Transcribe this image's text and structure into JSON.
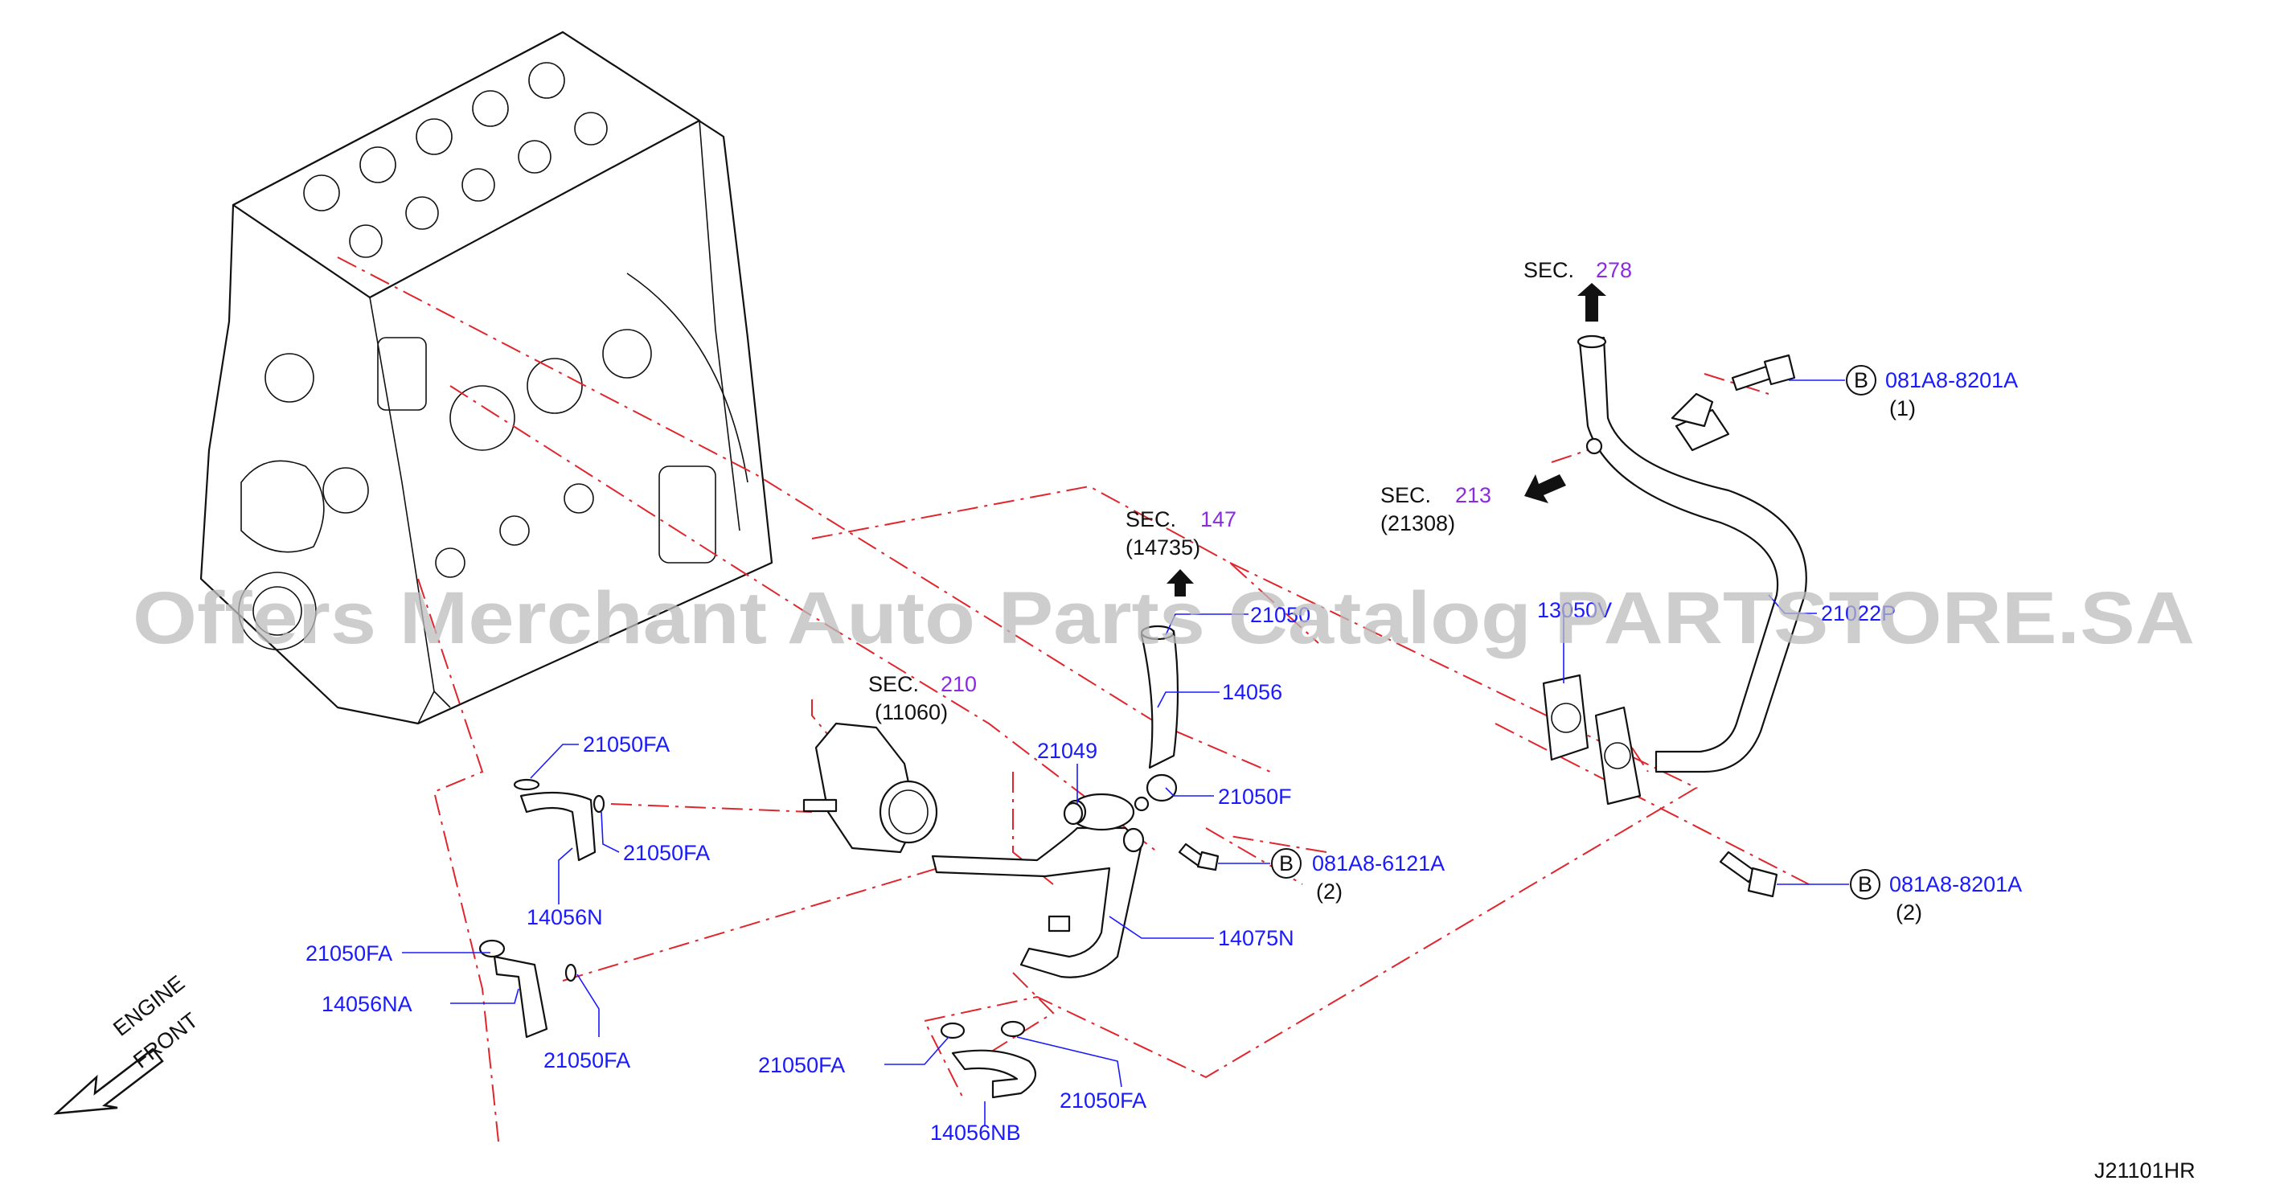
{
  "diagram_code": "J21101HR",
  "watermark": "Offers Merchant Auto Parts Catalog PARTSTORE.SA",
  "engine_front": {
    "line1": "ENGINE",
    "line2": "FRONT"
  },
  "sections": [
    {
      "id": "sec278",
      "prefix": "SEC.",
      "number": "278",
      "sub": ""
    },
    {
      "id": "sec213",
      "prefix": "SEC.",
      "number": "213",
      "sub": "(21308)"
    },
    {
      "id": "sec147",
      "prefix": "SEC.",
      "number": "147",
      "sub": "(14735)"
    },
    {
      "id": "sec210",
      "prefix": "SEC.",
      "number": "210",
      "sub": "(11060)"
    }
  ],
  "bolts": [
    {
      "circle": "B",
      "part": "081A8-8201A",
      "qty": "(1)"
    },
    {
      "circle": "B",
      "part": "081A8-6121A",
      "qty": "(2)"
    },
    {
      "circle": "B",
      "part": "081A8-8201A",
      "qty": "(2)"
    }
  ],
  "labels": {
    "p21050_top": "21050",
    "p14056": "14056",
    "p21050f": "21050F",
    "p21049": "21049",
    "p14075n": "14075N",
    "p1305": "13050V",
    "p21022p": "21022P",
    "p21050fa_a": "21050FA",
    "p21050fa_b": "21050FA",
    "p14056n": "14056N",
    "p21050fa_c": "21050FA",
    "p14056na": "14056NA",
    "p21050fa_d": "21050FA",
    "p21050fa_e": "21050FA",
    "p21050fa_f": "21050FA",
    "p14056nb": "14056NB"
  },
  "colors": {
    "label": "#1a1aff",
    "section": "#8a2be2",
    "guide": "#e0262d",
    "ink": "#111111"
  }
}
